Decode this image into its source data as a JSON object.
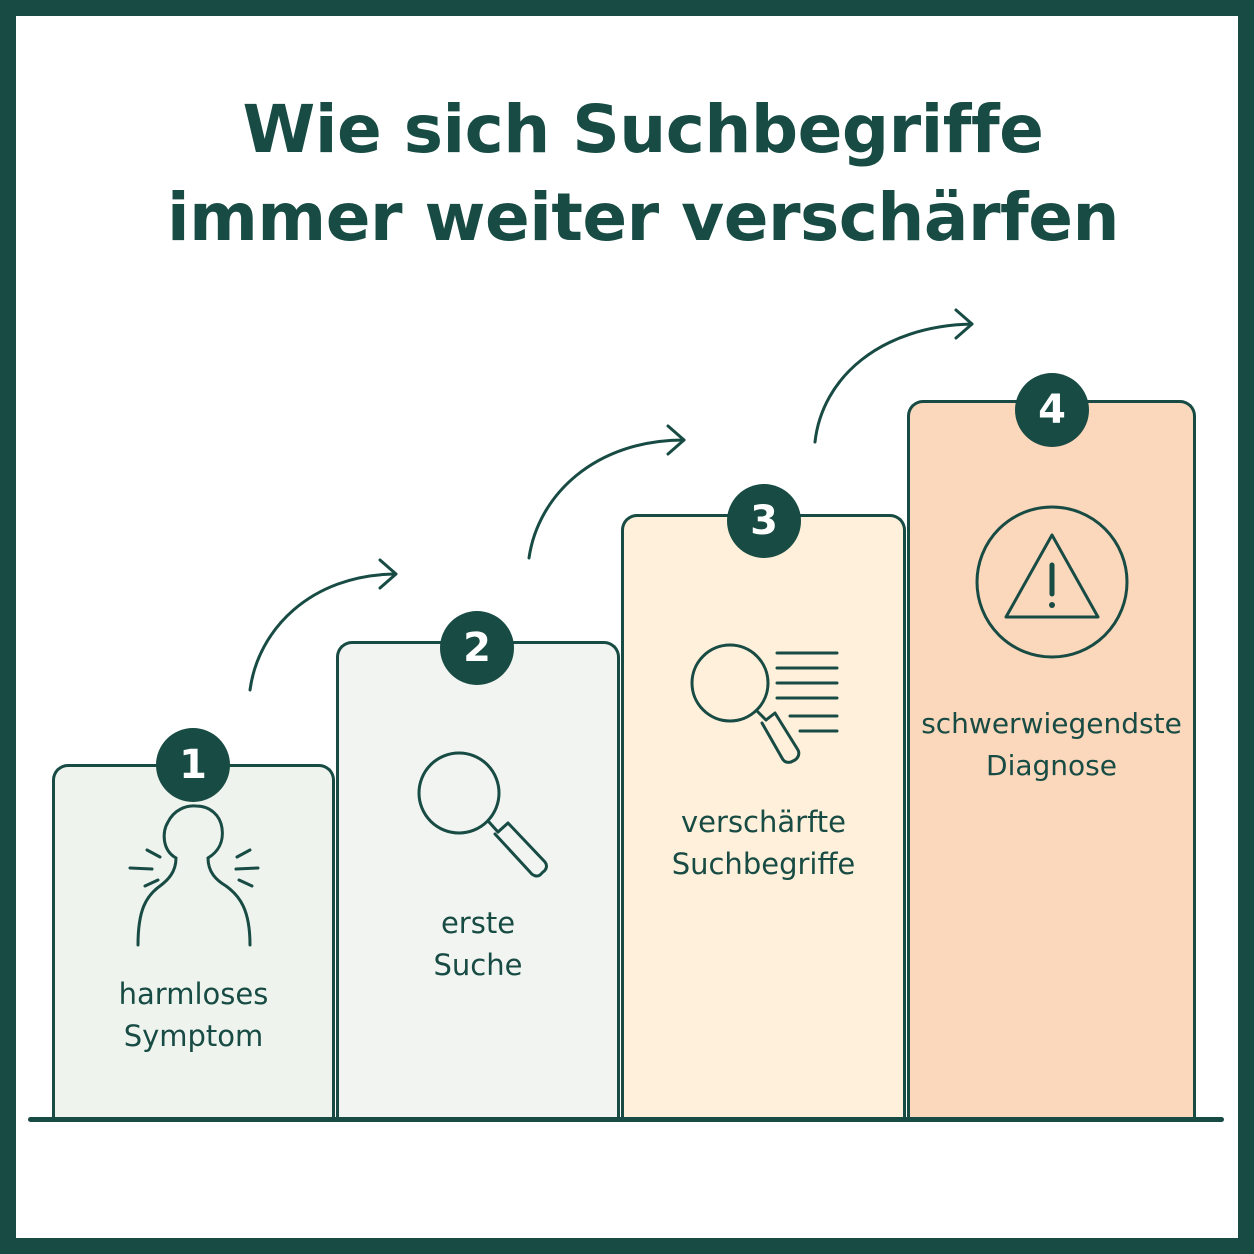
{
  "title": {
    "line1": "Wie sich Suchbegriffe",
    "line2": "immer weiter verschärfen"
  },
  "colors": {
    "primary": "#174b43",
    "step1_fill": "#eef3ee",
    "step2_fill": "#f1f4f1",
    "step3_fill": "#fff0db",
    "step4_fill": "#fbd8bc"
  },
  "steps": [
    {
      "number": "1",
      "icon": "person-alert-icon",
      "label_line1": "harmloses",
      "label_line2": "Symptom"
    },
    {
      "number": "2",
      "icon": "magnifier-icon",
      "label_line1": "erste",
      "label_line2": "Suche"
    },
    {
      "number": "3",
      "icon": "search-results-icon",
      "label_line1": "verschärfte",
      "label_line2": "Suchbegriffe"
    },
    {
      "number": "4",
      "icon": "warning-icon",
      "label_line1": "schwerwiegendste",
      "label_line2": "Diagnose"
    }
  ]
}
